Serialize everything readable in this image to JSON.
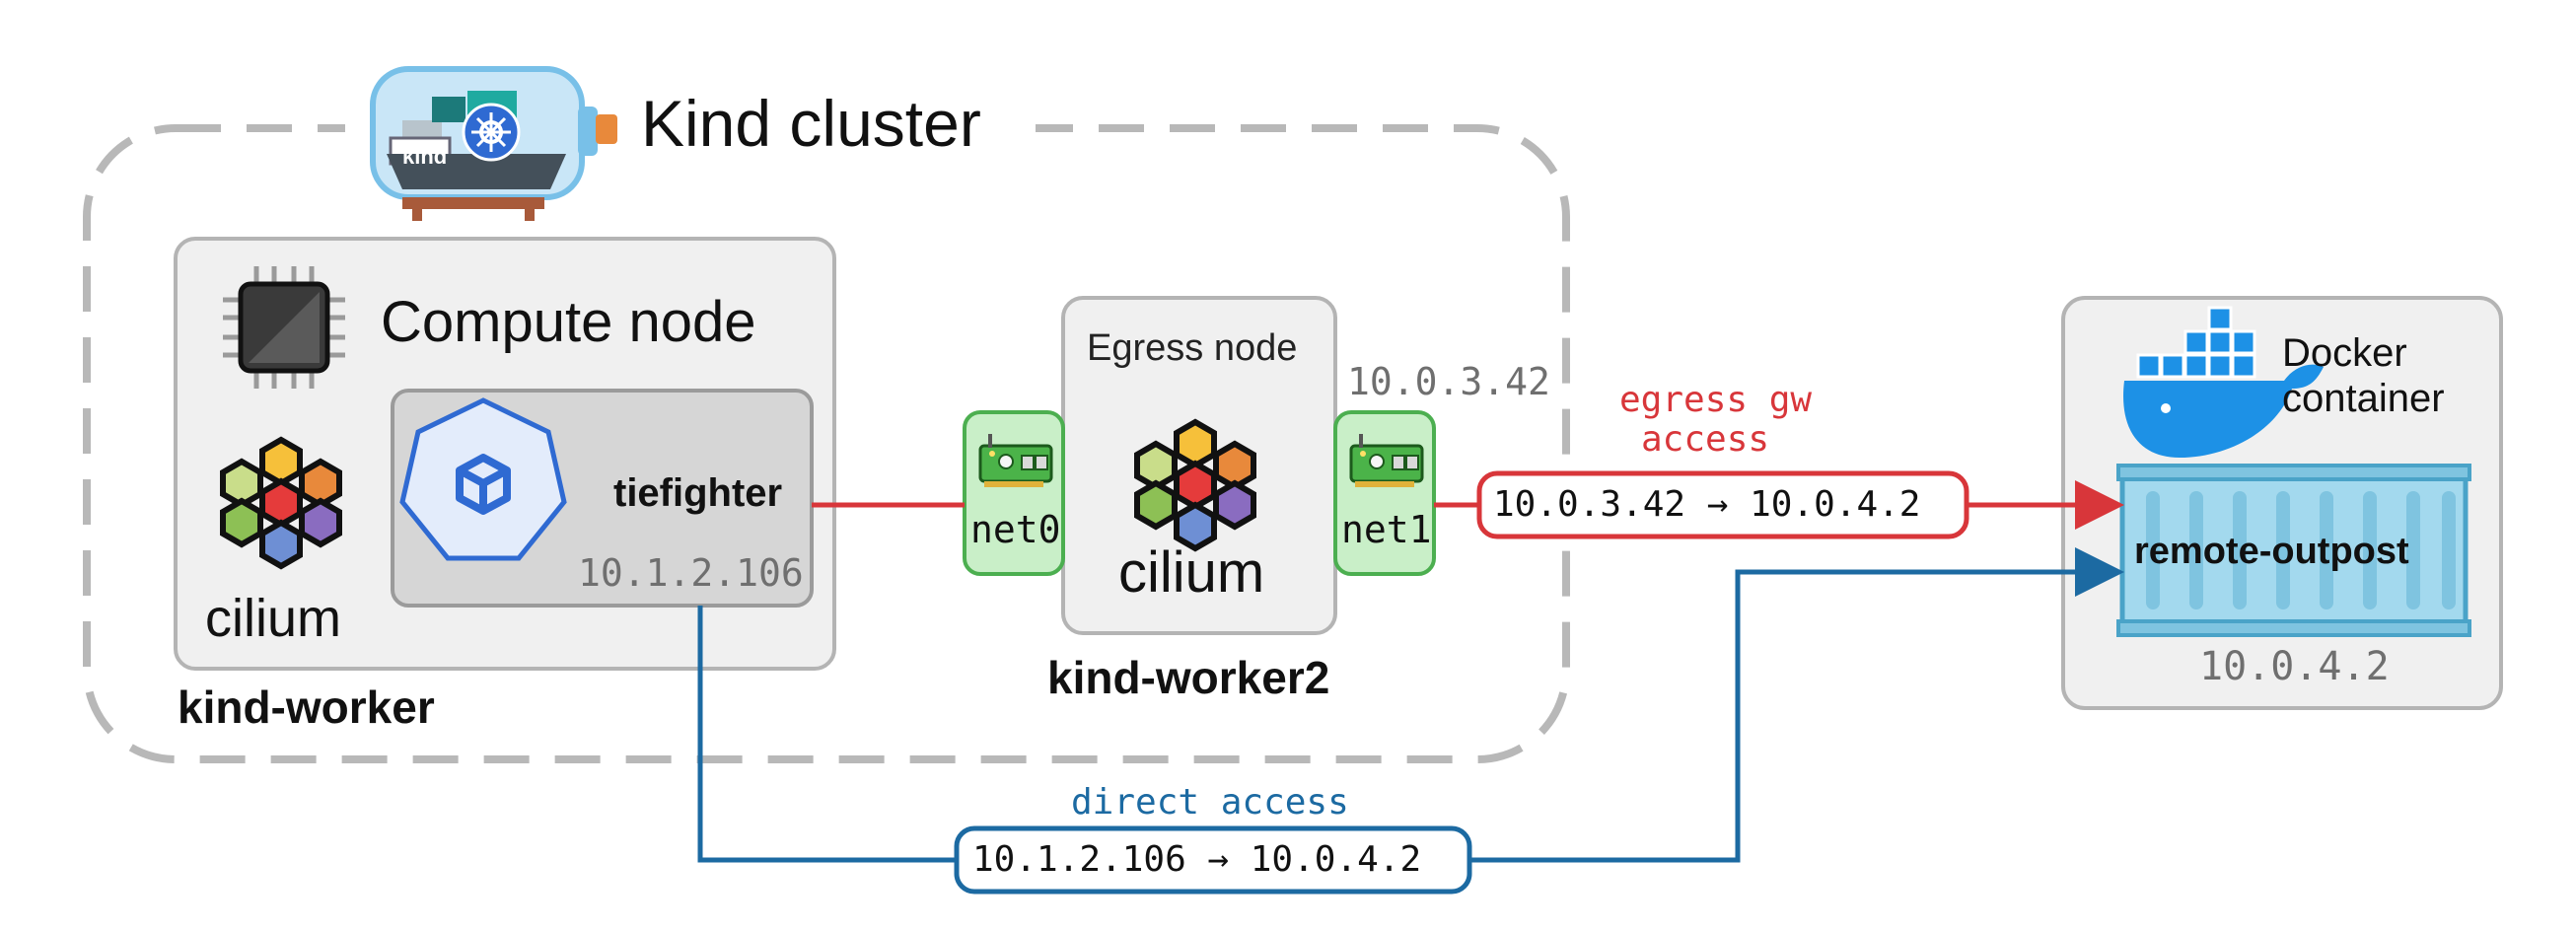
{
  "cluster": {
    "title": "Kind cluster",
    "logo_text": "kind"
  },
  "worker": {
    "node_label": "Compute node",
    "cilium_label": "cilium",
    "name": "kind-worker",
    "pod": {
      "name": "tiefighter",
      "ip": "10.1.2.106"
    }
  },
  "egress": {
    "node_label": "Egress node",
    "cilium_label": "cilium",
    "name": "kind-worker2",
    "nic0": "net0",
    "nic1": "net1",
    "ip": "10.0.3.42"
  },
  "docker": {
    "label_line1": "Docker",
    "label_line2": "container",
    "service_name": "remote-outpost",
    "ip": "10.0.4.2"
  },
  "flows": {
    "egress_title_line1": "egress gw",
    "egress_title_line2": "access",
    "egress_route": "10.0.3.42 → 10.0.4.2",
    "direct_title": "direct access",
    "direct_route": "10.1.2.106 → 10.0.4.2"
  },
  "colors": {
    "egress_path": "#d8363a",
    "direct_path": "#1c6aa2",
    "nic_fill": "#c9efc8",
    "nic_border": "#4caf50",
    "node_fill": "#f0f0f0",
    "node_border": "#b4b4b4",
    "pod_fill": "#d6d6d6",
    "pod_icon": "#2f6ad2",
    "container_fill": "#a3d9ee"
  },
  "icons": {
    "cluster_logo": "kind-bottle-ship-icon",
    "cpu": "cpu-chip-icon",
    "pod": "kubernetes-pod-cube-icon",
    "cilium": "cilium-hexagon-logo-icon",
    "nic": "network-card-icon",
    "docker": "docker-whale-icon",
    "container": "shipping-container-icon",
    "arrow": "arrow-head-icon"
  }
}
